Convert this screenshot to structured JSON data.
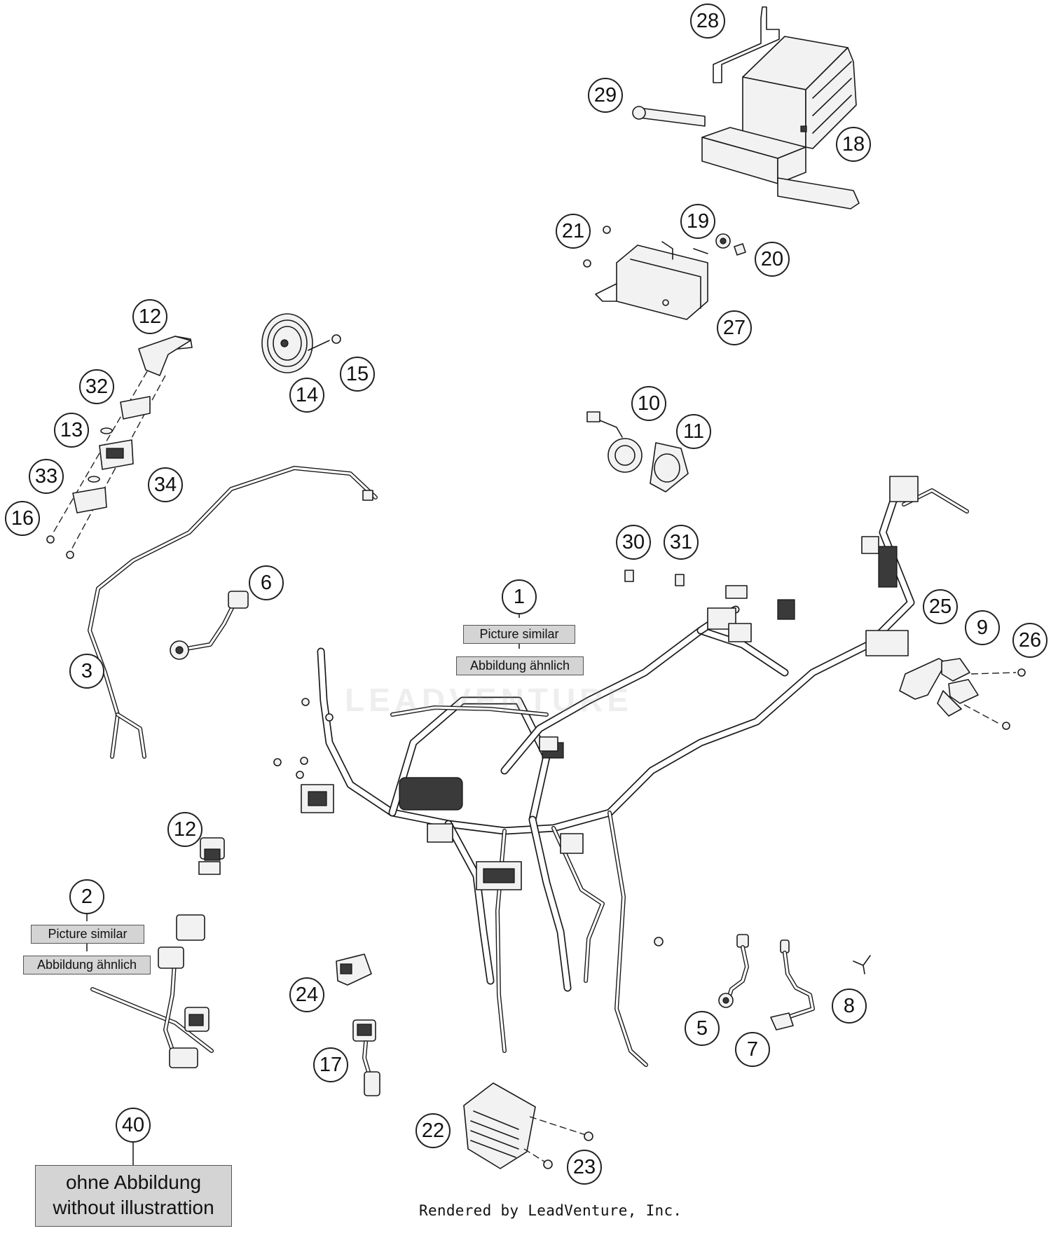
{
  "callouts": [
    "1",
    "2",
    "3",
    "5",
    "6",
    "7",
    "8",
    "9",
    "10",
    "11",
    "12",
    "12",
    "13",
    "14",
    "15",
    "16",
    "17",
    "18",
    "19",
    "20",
    "21",
    "22",
    "23",
    "24",
    "25",
    "26",
    "27",
    "28",
    "29",
    "30",
    "31",
    "32",
    "33",
    "34",
    "40"
  ],
  "notes": {
    "picture_similar": "Picture similar",
    "abbildung_aehnlich": "Abbildung ähnlich",
    "ohne_abbildung": "ohne Abbildung",
    "without_illustration": "without illustrattion"
  },
  "watermark": "LEADVENTURE",
  "footer": "Rendered by LeadVenture, Inc."
}
